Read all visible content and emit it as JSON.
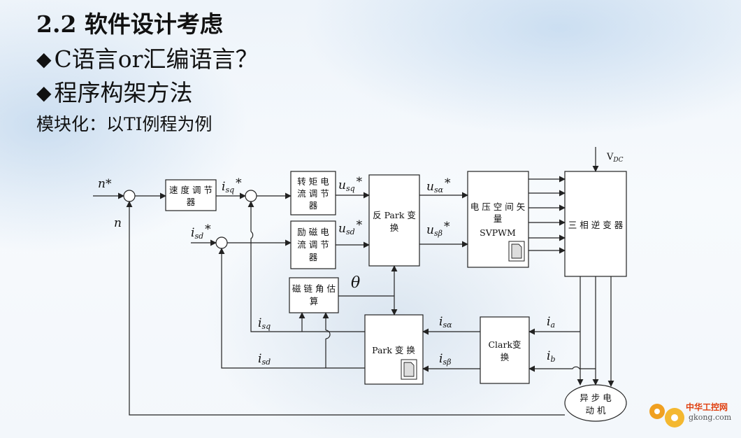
{
  "slide": {
    "heading": "2.2 软件设计考虑",
    "bullet1": "C语言or汇编语言？",
    "bullet2": "程序构架方法",
    "subline": "模块化：以TI例程为例"
  },
  "diagram": {
    "blocks": {
      "speed_reg": [
        "速 度 调 节",
        "器"
      ],
      "torque_reg": [
        "转 矩 电",
        "流 调 节",
        "器"
      ],
      "flux_reg": [
        "励 磁 电",
        "流 调 节",
        "器"
      ],
      "inv_park": [
        "反 Park 变",
        "换"
      ],
      "svpwm": [
        "电 压 空 间 矢",
        "量",
        "SVPWM"
      ],
      "inverter": "三 相 逆 变 器",
      "flux_est": [
        "磁 链 角 估",
        "算"
      ],
      "park": "Park 变 换",
      "clark": [
        "Clark变",
        "换"
      ],
      "motor": [
        "异 步 电",
        "动 机"
      ]
    },
    "signals": {
      "n_ref": "n",
      "n_fb": "n",
      "isq_ref": "i",
      "isq_ref_sub": "sq",
      "isd_ref": "i",
      "isd_ref_sub": "sd",
      "usq": "u",
      "usq_sub": "sq",
      "usd": "u",
      "usd_sub": "sd",
      "usa": "u",
      "usa_sub": "sα",
      "usb": "u",
      "usb_sub": "sβ",
      "theta": "θ",
      "isq": "i",
      "isq_sub": "sq",
      "isd": "i",
      "isd_sub": "sd",
      "isa": "i",
      "isa_sub": "sα",
      "isb": "i",
      "isb_sub": "sβ",
      "ia": "i",
      "ia_sub": "a",
      "ib": "i",
      "ib_sub": "b",
      "vdc": "V",
      "vdc_sub": "DC",
      "star": "*"
    }
  },
  "watermark": {
    "cn": "中华工控网",
    "url": "gkong.com"
  },
  "colors": {
    "line": "#222222",
    "logo_orange": "#f0a020",
    "logo_red": "#e04010"
  }
}
